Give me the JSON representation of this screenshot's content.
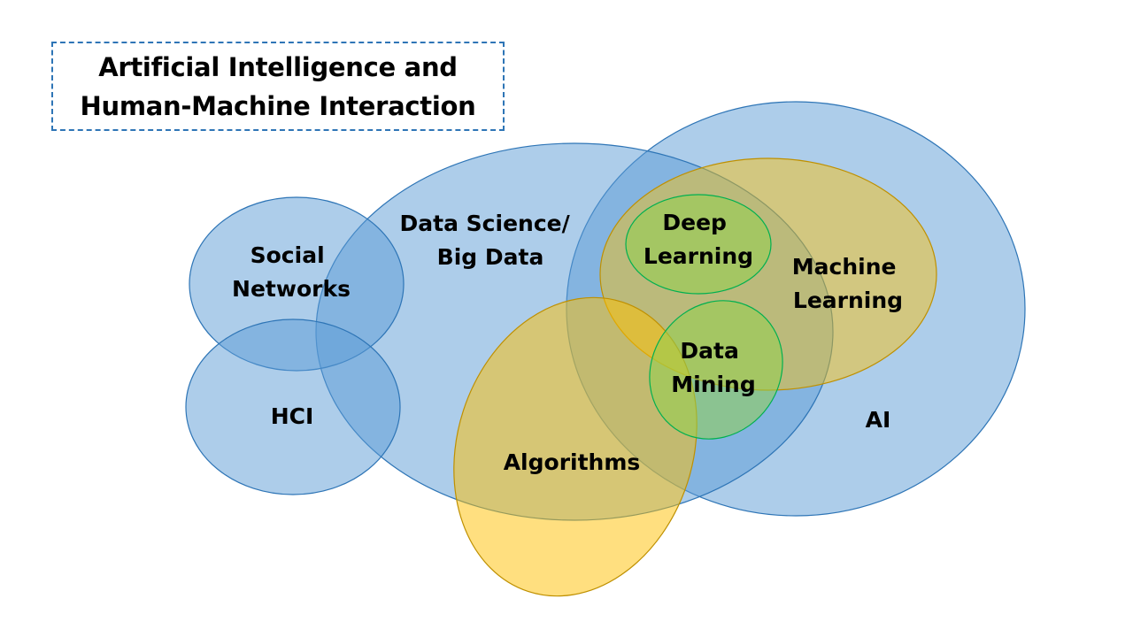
{
  "title": {
    "line1": "Artificial Intelligence and",
    "line2": "Human-Machine Interaction"
  },
  "colors": {
    "blue_fill": "#9dc3e6",
    "blue_stroke": "#2e75b6",
    "gold_fill": "#ffd966",
    "gold_stroke": "#bf9000",
    "green_fill": "#92d050",
    "green_stroke": "#00b050",
    "title_border": "#2e75b6"
  },
  "labels": {
    "social_networks": [
      "Social",
      "Networks"
    ],
    "hci": [
      "HCI"
    ],
    "data_science": [
      "Data Science/",
      "Big Data"
    ],
    "deep_learning": [
      "Deep",
      "Learning"
    ],
    "machine_learning": [
      "Machine",
      "Learning"
    ],
    "data_mining": [
      "Data",
      "Mining"
    ],
    "algorithms": [
      "Algorithms"
    ],
    "ai": [
      "AI"
    ]
  }
}
